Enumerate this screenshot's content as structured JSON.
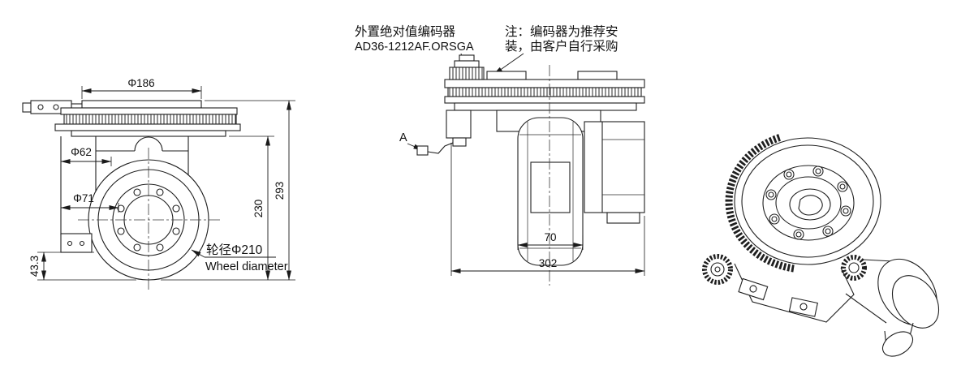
{
  "front_view": {
    "dims": {
      "flange_bolt_circle": "Φ186",
      "bore_small": "Φ62",
      "bore_large": "Φ71",
      "offset_height": "43.3",
      "body_height": "230",
      "total_height": "293"
    },
    "wheel_label_cn": "轮径Φ210",
    "wheel_label_en": "Wheel diameter"
  },
  "side_view": {
    "encoder_label_line1": "外置绝对值编码器",
    "encoder_label_line2": "AD36-1212AF.ORSGA",
    "note_line1": "注：编码器为推荐安",
    "note_line2": "装，由客户自行采购",
    "section_label": "A",
    "dims": {
      "wheel_width": "70",
      "total_width": "302"
    }
  }
}
